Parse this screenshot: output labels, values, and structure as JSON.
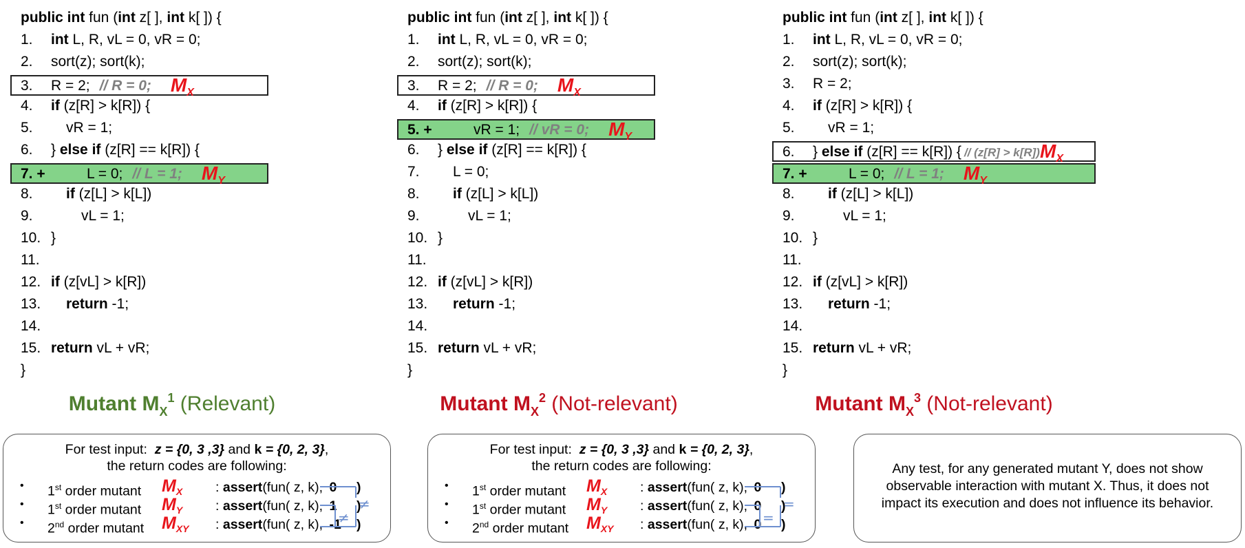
{
  "code": {
    "signature_kw": "public int",
    "signature_fn": " fun (",
    "signature_int1": "int",
    "signature_z": " z[ ], ",
    "signature_int2": "int",
    "signature_k": " k[ ]) {",
    "closing": "}"
  },
  "panels": [
    {
      "lines": [
        {
          "n": "1.",
          "t": "int L, R, vL = 0, vR = 0;"
        },
        {
          "n": "2.",
          "t": "sort(z); sort(k);"
        },
        {
          "n": "3.",
          "t": "R = 2;",
          "c": "// R = 0;",
          "m": "M",
          "ms": "X"
        },
        {
          "n": "4.",
          "t": "if (z[R] > k[R]) {"
        },
        {
          "n": "5.",
          "t": "vR = 1;"
        },
        {
          "n": "6.",
          "t": "} else if (z[R] == k[R]) {"
        },
        {
          "n": "7. +",
          "t": "L = 0;",
          "c": "// L = 1;",
          "m": "M",
          "ms": "Y"
        },
        {
          "n": "8.",
          "t": "if (z[L] > k[L])"
        },
        {
          "n": "9.",
          "t": "vL = 1;"
        },
        {
          "n": "10.",
          "t": "}"
        },
        {
          "n": "11.",
          "t": ""
        },
        {
          "n": "12.",
          "t": "if (z[vL] > k[R])"
        },
        {
          "n": "13.",
          "t": "return -1;"
        },
        {
          "n": "14.",
          "t": ""
        },
        {
          "n": "15.",
          "t": "return vL + vR;"
        }
      ],
      "title": {
        "prefix": "Mutant M",
        "sub": "X",
        "sup": "1",
        "suffix": " (Relevant)",
        "color": "#4f7f2f"
      }
    },
    {
      "lines": [
        {
          "n": "1.",
          "t": "int L, R, vL = 0, vR = 0;"
        },
        {
          "n": "2.",
          "t": "sort(z); sort(k);"
        },
        {
          "n": "3.",
          "t": "R = 2;",
          "c": "// R = 0;",
          "m": "M",
          "ms": "X"
        },
        {
          "n": "4.",
          "t": "if (z[R] > k[R]) {"
        },
        {
          "n": "5. +",
          "t": "vR = 1;",
          "c": "// vR = 0;",
          "m": "M",
          "ms": "Y"
        },
        {
          "n": "6.",
          "t": "} else if (z[R] == k[R]) {"
        },
        {
          "n": "7.",
          "t": "L = 0;"
        },
        {
          "n": "8.",
          "t": "if (z[L] > k[L])"
        },
        {
          "n": "9.",
          "t": "vL = 1;"
        },
        {
          "n": "10.",
          "t": "}"
        },
        {
          "n": "11.",
          "t": ""
        },
        {
          "n": "12.",
          "t": "if (z[vL] > k[R])"
        },
        {
          "n": "13.",
          "t": "return -1;"
        },
        {
          "n": "14.",
          "t": ""
        },
        {
          "n": "15.",
          "t": "return vL + vR;"
        }
      ],
      "title": {
        "prefix": "Mutant M",
        "sub": "X",
        "sup": "2",
        "suffix": " (Not-relevant)",
        "color": "#c0111f"
      }
    },
    {
      "lines": [
        {
          "n": "1.",
          "t": "int L, R, vL = 0, vR = 0;"
        },
        {
          "n": "2.",
          "t": "sort(z); sort(k);"
        },
        {
          "n": "3.",
          "t": "R = 2;"
        },
        {
          "n": "4.",
          "t": "if (z[R] > k[R]) {"
        },
        {
          "n": "5.",
          "t": "vR = 1;"
        },
        {
          "n": "6.",
          "t": "} else if (z[R] == k[R]) {",
          "c": "// (z[R] > k[R])",
          "m": "M",
          "ms": "X"
        },
        {
          "n": "7. +",
          "t": "L = 0;",
          "c": "// L = 1;",
          "m": "M",
          "ms": "Y"
        },
        {
          "n": "8.",
          "t": "if (z[L] > k[L])"
        },
        {
          "n": "9.",
          "t": "vL = 1;"
        },
        {
          "n": "10.",
          "t": "}"
        },
        {
          "n": "11.",
          "t": ""
        },
        {
          "n": "12.",
          "t": "if (z[vL] > k[R])"
        },
        {
          "n": "13.",
          "t": "return -1;"
        },
        {
          "n": "14.",
          "t": ""
        },
        {
          "n": "15.",
          "t": "return vL + vR;"
        }
      ],
      "title": {
        "prefix": "Mutant M",
        "sub": "X",
        "sup": "3",
        "suffix": " (Not-relevant)",
        "color": "#c0111f"
      }
    }
  ],
  "boxes": {
    "test_intro": "For test input:",
    "z_expr": "z = {0, 3 ,3}",
    "and": " and ",
    "k_bold": "k",
    "k_expr": " = {0, 2, 3}",
    "comma": ",",
    "return_codes": "the return codes are following:",
    "order1": "1",
    "order2": "2",
    "st": "st",
    "nd": "nd",
    "order_mutant": " order mutant",
    "assert_kw": "assert",
    "assert_rest": "(fun( z, k), ",
    "box1_values": [
      "0",
      "1",
      "-1"
    ],
    "box2_values": [
      "0",
      "0",
      "0"
    ],
    "neq": "≠",
    "eq": "=",
    "close_paren": ")",
    "box3_text": "Any test, for any generated mutant Y, does not show observable interaction with mutant X. Thus, it does not impact its execution and does not influence its behavior."
  },
  "colors": {
    "red": "#e8141b",
    "green_fill": "#84d389",
    "connector": "#6d8fcf",
    "relevant": "#4f7f2f",
    "not_relevant": "#c0111f"
  }
}
